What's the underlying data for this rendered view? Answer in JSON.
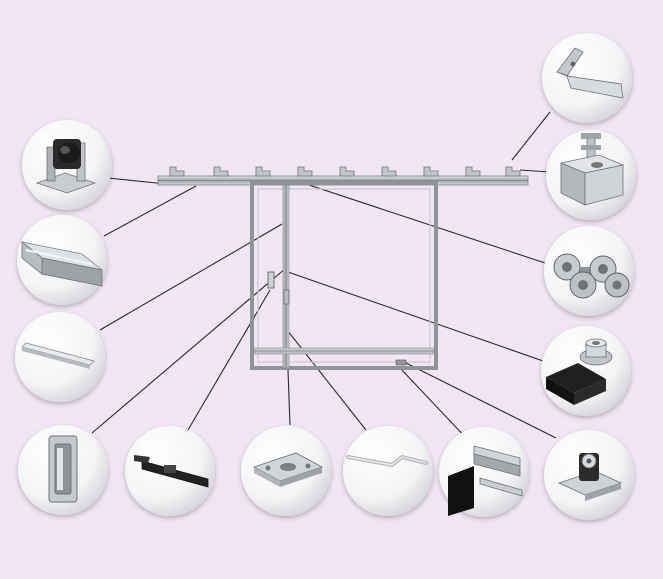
{
  "diagram": {
    "background": "#f1e6f4",
    "frame_color": "#9a9ea4",
    "leader_color": "#2a2a2a",
    "callouts": [
      {
        "id": "wall-bracket",
        "icon": "wall-bracket-icon"
      },
      {
        "id": "top-track-rail",
        "icon": "rail-profile-icon"
      },
      {
        "id": "guide-strip",
        "icon": "strip-profile-icon"
      },
      {
        "id": "recessed-handle",
        "icon": "flush-handle-icon"
      },
      {
        "id": "latch-lever",
        "icon": "latch-lever-icon"
      },
      {
        "id": "strike-plate",
        "icon": "strike-plate-icon"
      },
      {
        "id": "bent-rod",
        "icon": "bent-rod-icon"
      },
      {
        "id": "brush-seal",
        "icon": "brush-seal-icon"
      },
      {
        "id": "floor-guide-roller",
        "icon": "floor-roller-icon"
      },
      {
        "id": "end-stop-bracket",
        "icon": "end-stop-icon"
      },
      {
        "id": "track-end-cap",
        "icon": "end-cap-icon"
      },
      {
        "id": "trolley-wheels",
        "icon": "trolley-wheels-icon"
      },
      {
        "id": "door-buffer",
        "icon": "door-buffer-icon"
      }
    ]
  }
}
